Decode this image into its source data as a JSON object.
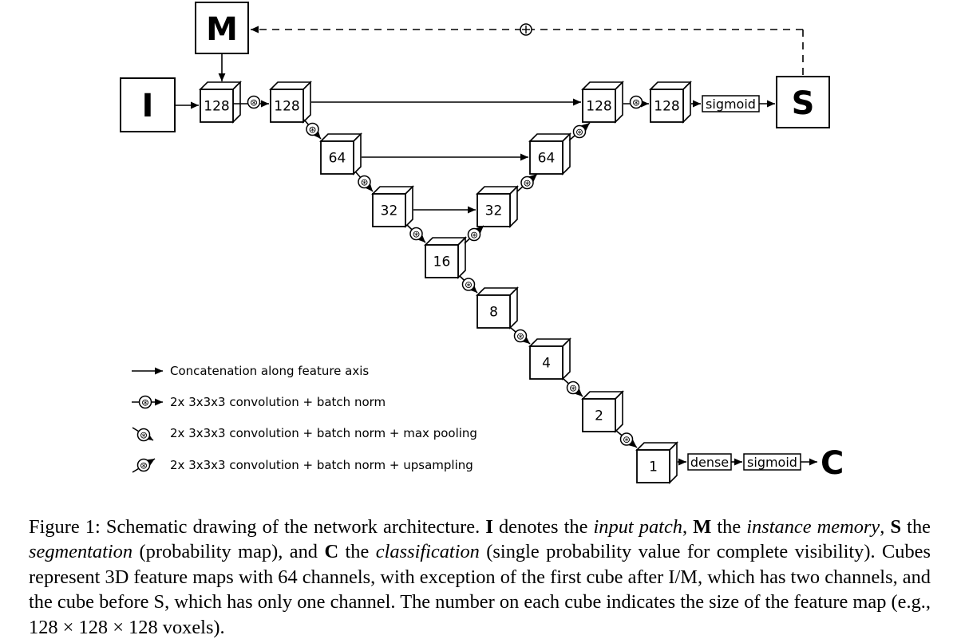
{
  "diagram": {
    "input_label": "I",
    "memory_label": "M",
    "segmentation_label": "S",
    "classification_label": "C",
    "plus_symbol": "⊕",
    "conv_symbol": "⊛",
    "sigmoid_seg": "sigmoid",
    "dense": "dense",
    "sigmoid_cls": "sigmoid",
    "cubes": {
      "enc128a": "128",
      "enc128b": "128",
      "enc64": "64",
      "enc32": "32",
      "enc16": "16",
      "dec32": "32",
      "dec64": "64",
      "dec128a": "128",
      "dec128b": "128",
      "br8": "8",
      "br4": "4",
      "br2": "2",
      "br1": "1"
    }
  },
  "legend": {
    "concat": "Concatenation along feature axis",
    "conv": "2x 3x3x3 convolution + batch norm",
    "conv_pool": "2x 3x3x3 convolution + batch norm + max pooling",
    "conv_up": "2x 3x3x3 convolution + batch norm + upsampling"
  },
  "caption": {
    "prefix": "Figure 1: Schematic drawing of the network architecture.",
    "t_i": "I",
    "p1": " denotes the ",
    "e_input": "input patch",
    "p2": ", ",
    "t_m": "M",
    "p3": " the ",
    "e_memory": "instance memory",
    "p4": ", ",
    "t_s": "S",
    "p5": " the ",
    "e_seg": "segmentation",
    "p6": " (probability map), and ",
    "t_c": "C",
    "p7": " the ",
    "e_cls": "classification",
    "p8": " (single probability value for complete visibility). Cubes represent 3D feature maps with 64 channels, with exception of the first cube after I/M, which has two channels, and the cube before S, which has only one channel. The number on each cube indicates the size of the feature map (e.g., 128 × 128 × 128 voxels)."
  }
}
